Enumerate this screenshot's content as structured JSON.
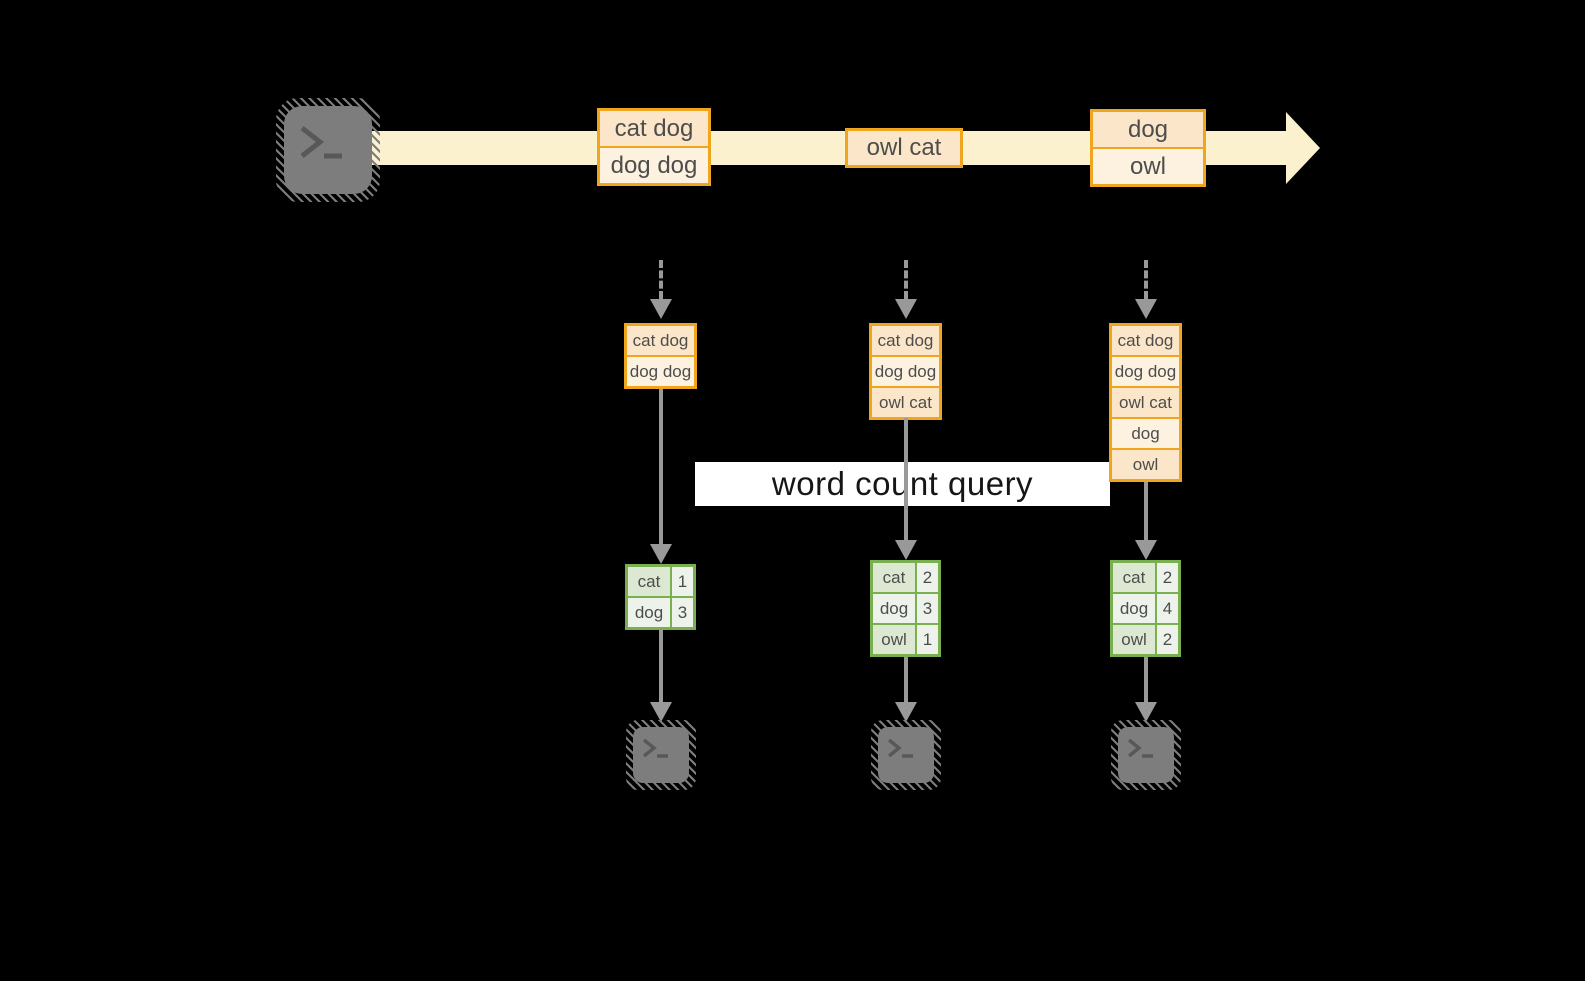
{
  "banner": {
    "label": "word count query"
  },
  "timeline": {
    "events": [
      {
        "lines": [
          "cat dog",
          "dog dog"
        ]
      },
      {
        "lines": [
          "owl cat"
        ]
      },
      {
        "lines": [
          "dog",
          "owl"
        ]
      }
    ]
  },
  "columns": [
    {
      "batch": [
        "cat dog",
        "dog dog"
      ],
      "counts": [
        {
          "word": "cat",
          "count": "1"
        },
        {
          "word": "dog",
          "count": "3"
        }
      ]
    },
    {
      "batch": [
        "cat dog",
        "dog dog",
        "owl cat"
      ],
      "counts": [
        {
          "word": "cat",
          "count": "2"
        },
        {
          "word": "dog",
          "count": "3"
        },
        {
          "word": "owl",
          "count": "1"
        }
      ]
    },
    {
      "batch": [
        "cat dog",
        "dog dog",
        "owl cat",
        "dog",
        "owl"
      ],
      "counts": [
        {
          "word": "cat",
          "count": "2"
        },
        {
          "word": "dog",
          "count": "4"
        },
        {
          "word": "owl",
          "count": "2"
        }
      ]
    }
  ],
  "icons": {
    "source": "terminal-icon",
    "sinks": [
      "terminal-icon",
      "terminal-icon",
      "terminal-icon"
    ]
  },
  "colors": {
    "background": "#000000",
    "stream_band": "#FBF1CE",
    "record_border": "#EFA51D",
    "record_fill_dark": "#FBE6CA",
    "record_fill_light": "#FDF2E0",
    "table_border": "#79AF4E",
    "table_fill_dark": "#DCE8D2",
    "table_fill_light": "#EDF3EA",
    "arrow_gray": "#999999",
    "terminal_gray": "#7D7D7D",
    "banner_bg": "#FFFFFF",
    "banner_text": "#161616"
  }
}
